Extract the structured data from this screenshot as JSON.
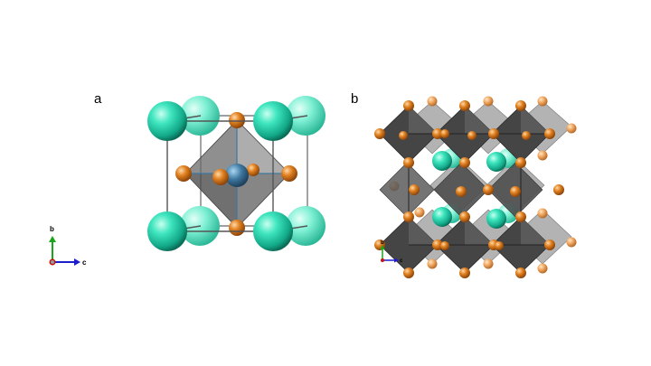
{
  "panels": [
    {
      "label": "a"
    },
    {
      "label": "b"
    }
  ],
  "axes_left": {
    "b": "b",
    "c": "c"
  },
  "axes_right": {
    "b": "b",
    "c": "c"
  },
  "colors": {
    "a_site": "#2fe0b8",
    "b_site": "#3f78a0",
    "x_site": "#d9751c",
    "octahedron": "#555555",
    "axis_b": "#1aa51a",
    "axis_c": "#1d1dcc",
    "axis_a": "#cc1111"
  }
}
